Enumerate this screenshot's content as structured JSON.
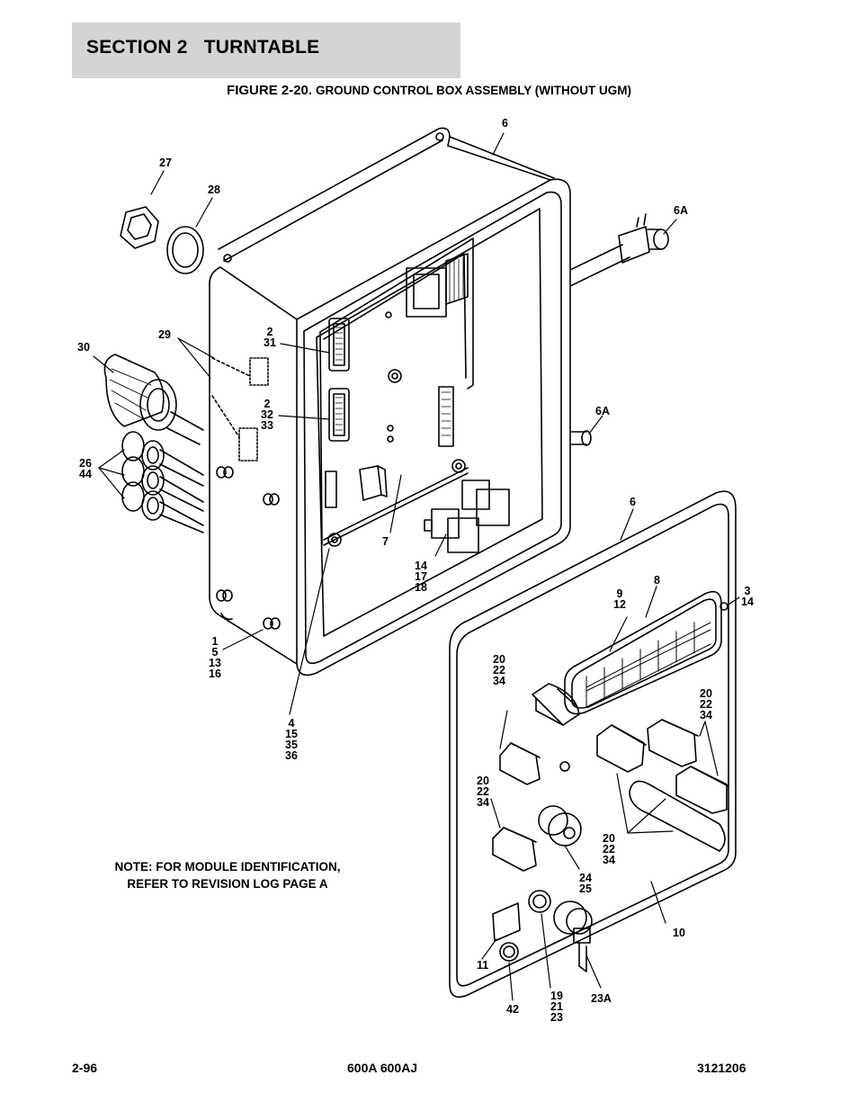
{
  "header": {
    "section_title": "SECTION 2   TURNTABLE",
    "figure_number": "FIGURE 2-20.",
    "figure_caption": "GROUND CONTROL BOX ASSEMBLY (WITHOUT UGM)"
  },
  "callouts": {
    "c6_top": "6",
    "c27": "27",
    "c28": "28",
    "c6a_top": "6A",
    "c29": "29",
    "c2_31": "2\n31",
    "c30": "30",
    "c2_32_33": "2\n32\n33",
    "c6a_mid": "6A",
    "c26_44": "26\n44",
    "c7": "7",
    "c6_cover": "6",
    "c14_17_18": "14\n17\n18",
    "c8": "8",
    "c9_12": "9\n12",
    "c3_14": "3\n14",
    "c1_5_13_16": "1\n5\n13\n16",
    "c20_22_34_a": "20\n22\n34",
    "c20_22_34_b": "20\n22\n34",
    "c4_15_35_36": "4\n15\n35\n36",
    "c20_22_34_c": "20\n22\n34",
    "c20_22_34_d": "20\n22\n34",
    "c24_25": "24\n25",
    "c10": "10",
    "c11": "11",
    "c42": "42",
    "c19_21_23": "19\n21\n23",
    "c23a": "23A"
  },
  "note": {
    "line1": "NOTE:  FOR MODULE IDENTIFICATION,",
    "line2": "REFER TO REVISION LOG PAGE A"
  },
  "footer": {
    "page": "2-96",
    "model": "600A 600AJ",
    "doc_number": "3121206"
  }
}
